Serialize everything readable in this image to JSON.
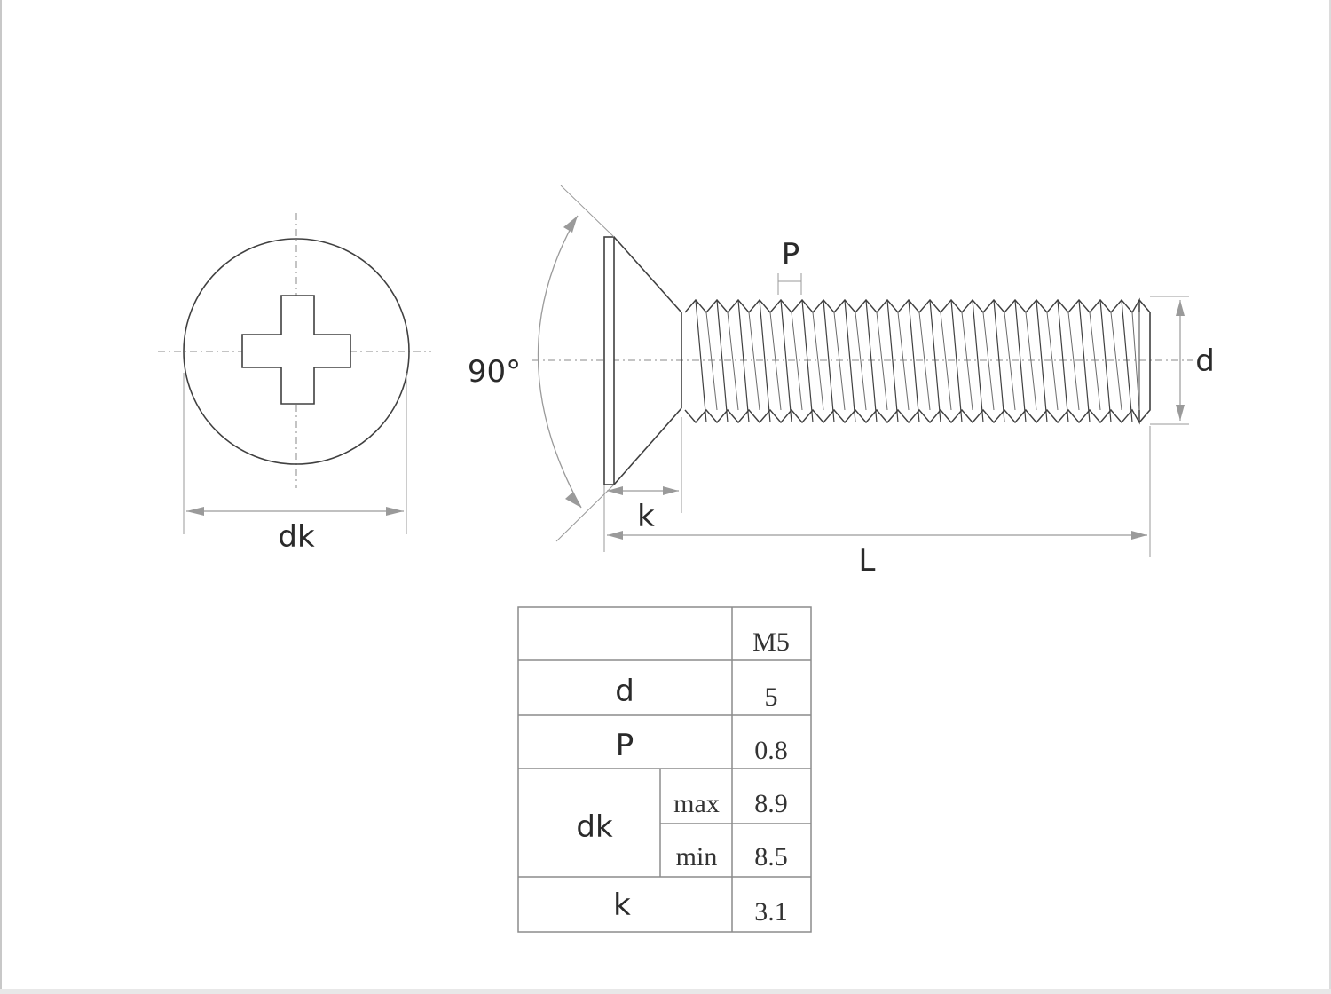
{
  "front_view": {
    "dk_label": "dk"
  },
  "side_view": {
    "angle_label": "90°",
    "p_label": "P",
    "d_label": "d",
    "k_label": "k",
    "l_label": "L"
  },
  "spec_table": {
    "size_header": "M5",
    "rows": {
      "d": {
        "label": "d",
        "value": "5"
      },
      "p": {
        "label": "P",
        "value": "0.8"
      },
      "dk": {
        "label": "dk",
        "max_label": "max",
        "max_value": "8.9",
        "min_label": "min",
        "min_value": "8.5"
      },
      "k": {
        "label": "k",
        "value": "3.1"
      }
    }
  },
  "colors": {
    "line": "#404040",
    "dim_line": "#9a9a9a",
    "table_border": "#8c8c8c"
  }
}
